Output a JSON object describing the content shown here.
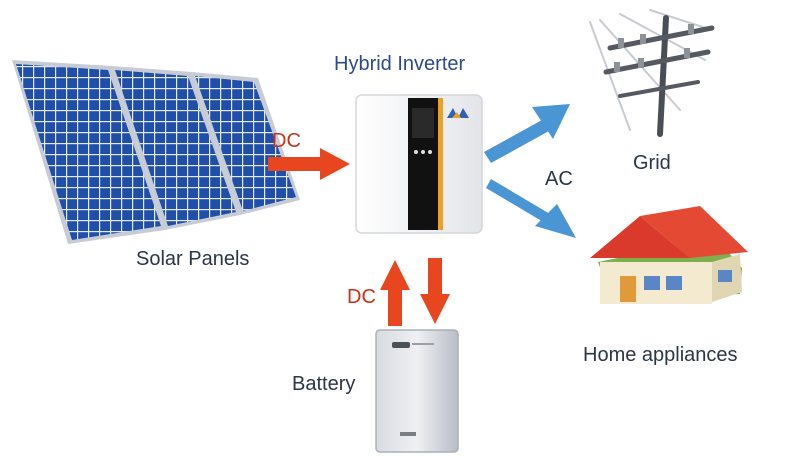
{
  "diagram": {
    "labels": {
      "inverter": "Hybrid Inverter",
      "solar": "Solar Panels",
      "grid": "Grid",
      "home": "Home appliances",
      "battery": "Battery",
      "dc_top": "DC",
      "dc_bottom": "DC",
      "ac": "AC"
    },
    "colors": {
      "dc_arrow": "#e8461e",
      "ac_arrow": "#4a95d4",
      "panel_cell": "#1f4fa8",
      "panel_frame": "#c7ccd4",
      "inverter_body": "#f4f5f7",
      "inverter_stripe": "#111111",
      "battery_body": "#c9ccd2",
      "roof": "#d93a2b",
      "house_wall": "#f3ead0"
    },
    "icons": {
      "solar": "solar-panels-icon",
      "inverter": "hybrid-inverter-icon",
      "grid": "utility-pole-icon",
      "home": "house-icon",
      "battery": "battery-icon"
    }
  }
}
